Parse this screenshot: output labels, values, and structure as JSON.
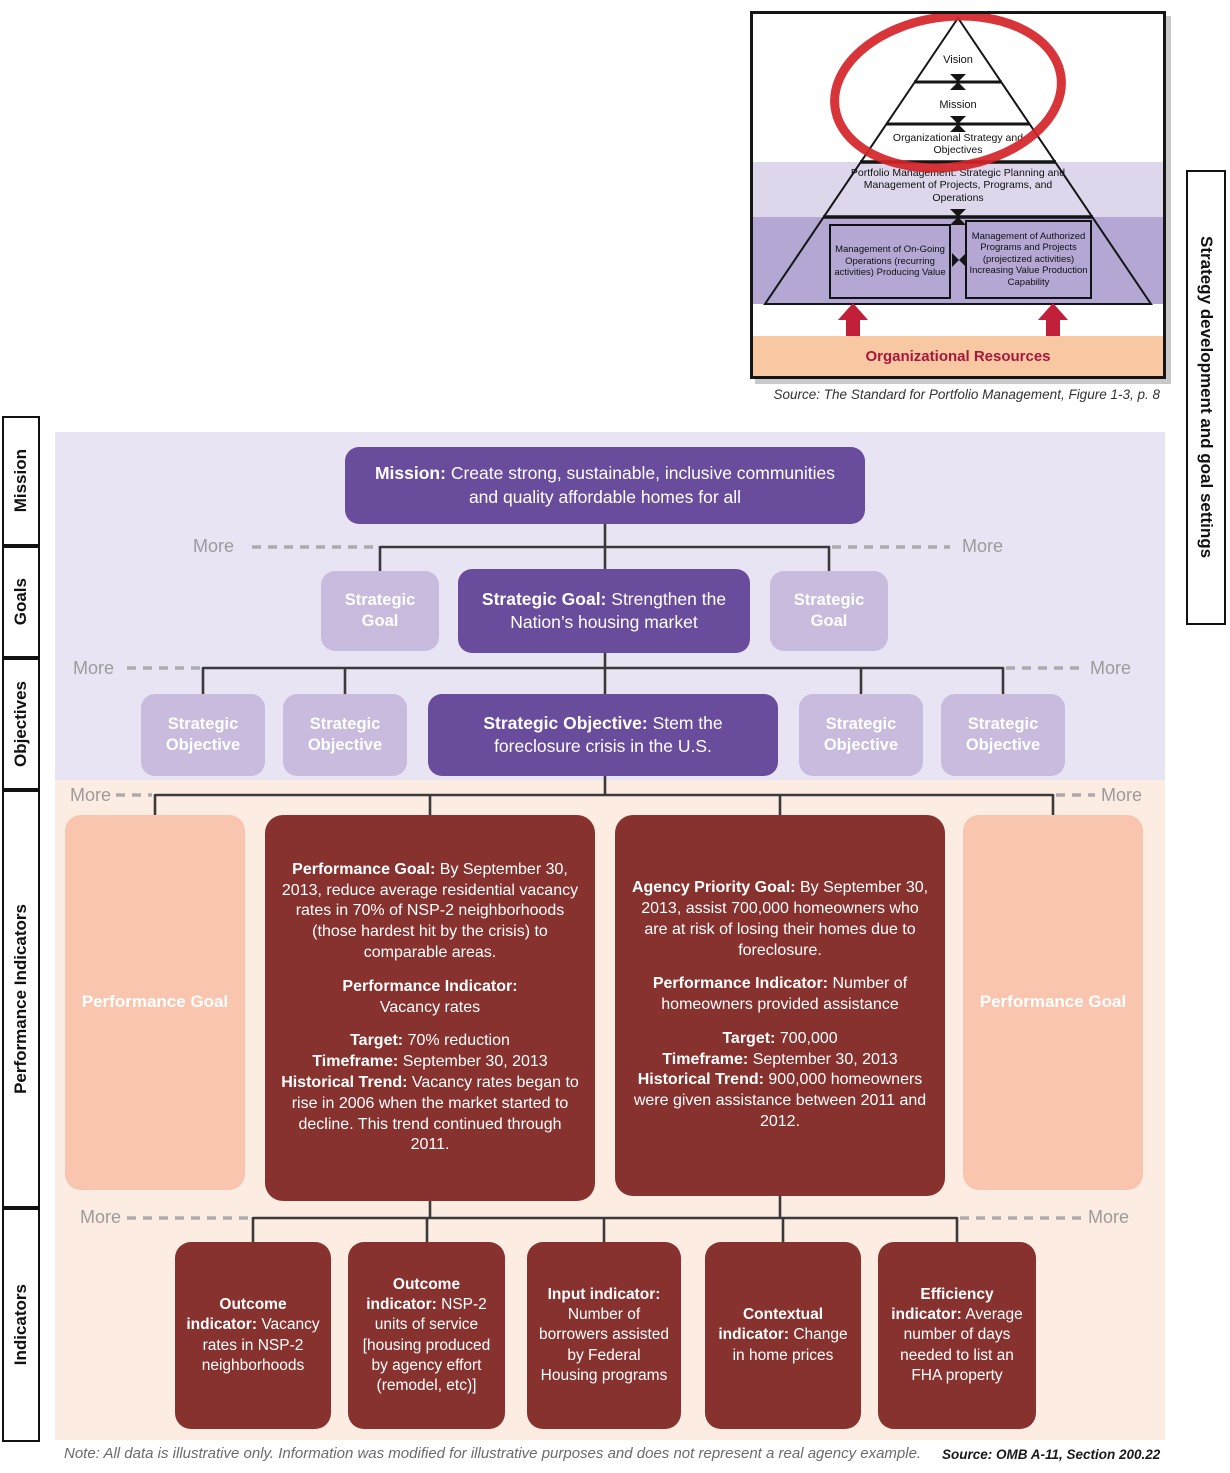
{
  "colors": {
    "purple_dark": "#6a4c9d",
    "purple_light": "#c8bbde",
    "lavender_bg": "#e9e4f3",
    "maroon": "#87322e",
    "salmon_light": "#f9c5ae",
    "salmon_bg": "#fdece2",
    "orange_bar": "#f8c8a2",
    "annotation_red": "#d42428"
  },
  "labels": {
    "more": "More"
  },
  "row_labels": [
    "Mission",
    "Goals",
    "Objectives",
    "Performance Indicators",
    "Indicators"
  ],
  "side_label_right": "Strategy development and goal settings",
  "pyramid": {
    "vision": "Vision",
    "mission": "Mission",
    "org_strategy": "Organizational Strategy and Objectives",
    "portfolio": "Portfolio Management: Strategic Planning and Management of Projects, Programs, and Operations",
    "mgmt_left": "Management of On-Going Operations (recurring activities) Producing Value",
    "mgmt_right": "Management of Authorized Programs and Projects (projectized activities) Increasing Value Production Capability",
    "resources": "Organizational Resources",
    "caption": "Source: The Standard for Portfolio Management, Figure 1-3, p. 8"
  },
  "mission": {
    "label": "Mission:",
    "text": "Create strong, sustainable, inclusive communities and quality affordable homes for all"
  },
  "goals": {
    "side_label": "Strategic Goal",
    "center_label": "Strategic Goal:",
    "center_text": "Strengthen the Nation’s housing market"
  },
  "objectives": {
    "side_label": "Strategic Objective",
    "center_label": "Strategic Objective:",
    "center_text": "Stem the foreclosure crisis in the U.S."
  },
  "performance": {
    "side_label": "Performance Goal",
    "left": {
      "goal_label": "Performance Goal:",
      "goal_text": "By September 30, 2013, reduce average residential vacancy rates in 70% of NSP-2 neighborhoods (those hardest hit by the crisis) to comparable areas.",
      "indicator_label": "Performance Indicator:",
      "indicator_text": "Vacancy rates",
      "target_label": "Target:",
      "target_text": "70% reduction",
      "timeframe_label": "Timeframe:",
      "timeframe_text": "September 30, 2013",
      "trend_label": "Historical Trend:",
      "trend_text": "Vacancy rates began to rise in 2006 when the market started to decline. This trend continued through 2011."
    },
    "right": {
      "goal_label": "Agency Priority Goal:",
      "goal_text": "By September 30, 2013, assist 700,000 homeowners who are at risk of losing their homes due to foreclosure.",
      "indicator_label": "Performance Indicator:",
      "indicator_text": "Number of homeowners provided assistance",
      "target_label": "Target:",
      "target_text": "700,000",
      "timeframe_label": "Timeframe:",
      "timeframe_text": "September 30, 2013",
      "trend_label": "Historical Trend:",
      "trend_text": "900,000 homeowners were given assistance between 2011 and 2012."
    }
  },
  "indicators": {
    "items": [
      {
        "label": "Outcome indicator:",
        "text": "Vacancy rates in NSP-2 neighborhoods"
      },
      {
        "label": "Outcome indicator:",
        "text": "NSP-2 units of service [housing produced by agency effort (remodel, etc)]"
      },
      {
        "label": "Input indicator:",
        "text": "Number of borrowers assisted by Federal Housing programs"
      },
      {
        "label": "Contextual indicator:",
        "text": "Change in home prices"
      },
      {
        "label": "Efficiency indicator:",
        "text": "Average number of days needed to list an FHA property"
      }
    ]
  },
  "footer": {
    "note": "Note: All data is illustrative only. Information was modified for illustrative purposes and does not represent a real agency example.",
    "source": "Source: OMB A-11, Section 200.22"
  }
}
